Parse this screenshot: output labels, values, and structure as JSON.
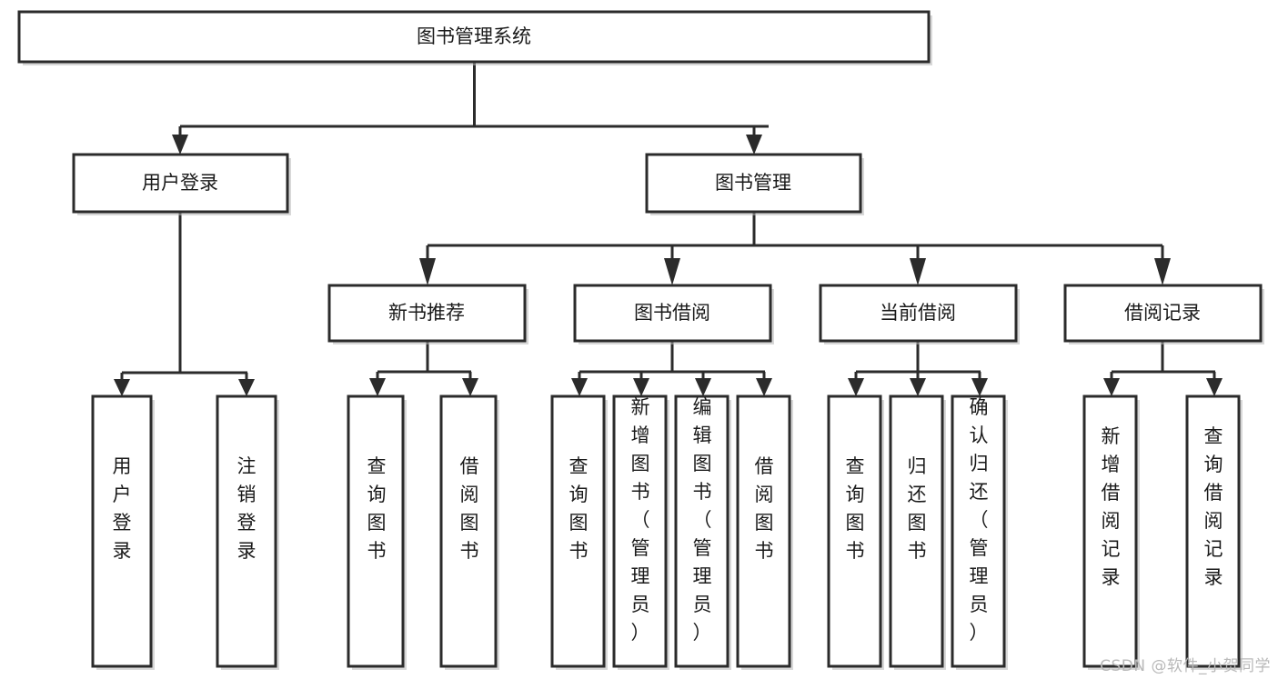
{
  "diagram": {
    "title": "图书管理系统",
    "type": "tree-hierarchy",
    "watermark": "CSDN @软件_小贺同学",
    "colors": {
      "node_border": "#2b2b2b",
      "node_fill": "#ffffff",
      "connector": "#2b2b2b",
      "text": "#1a1a1a",
      "background": "#ffffff",
      "watermark": "#b9b9b9"
    },
    "root": {
      "id": "root",
      "label": "图书管理系统"
    },
    "level1": [
      {
        "id": "user-login",
        "label": "用户登录"
      },
      {
        "id": "book-manage",
        "label": "图书管理"
      }
    ],
    "level2": [
      {
        "id": "new-book-rec",
        "label": "新书推荐",
        "parent": "book-manage"
      },
      {
        "id": "book-borrow",
        "label": "图书借阅",
        "parent": "book-manage"
      },
      {
        "id": "current-borrow",
        "label": "当前借阅",
        "parent": "book-manage"
      },
      {
        "id": "borrow-record",
        "label": "借阅记录",
        "parent": "book-manage"
      }
    ],
    "leaves": {
      "user-login": [
        {
          "id": "leaf-user-login",
          "label": "用户登录"
        },
        {
          "id": "leaf-logout",
          "label": "注销登录"
        }
      ],
      "new-book-rec": [
        {
          "id": "leaf-query-book-1",
          "label": "查询图书"
        },
        {
          "id": "leaf-borrow-book-1",
          "label": "借阅图书"
        }
      ],
      "book-borrow": [
        {
          "id": "leaf-query-book-2",
          "label": "查询图书"
        },
        {
          "id": "leaf-add-book",
          "label": "新增图书（管理员）"
        },
        {
          "id": "leaf-edit-book",
          "label": "编辑图书（管理员）"
        },
        {
          "id": "leaf-borrow-book-2",
          "label": "借阅图书"
        }
      ],
      "current-borrow": [
        {
          "id": "leaf-query-book-3",
          "label": "查询图书"
        },
        {
          "id": "leaf-return-book",
          "label": "归还图书"
        },
        {
          "id": "leaf-confirm-return",
          "label": "确认归还（管理员）"
        }
      ],
      "borrow-record": [
        {
          "id": "leaf-add-record",
          "label": "新增借阅记录"
        },
        {
          "id": "leaf-query-record",
          "label": "查询借阅记录"
        }
      ]
    }
  }
}
